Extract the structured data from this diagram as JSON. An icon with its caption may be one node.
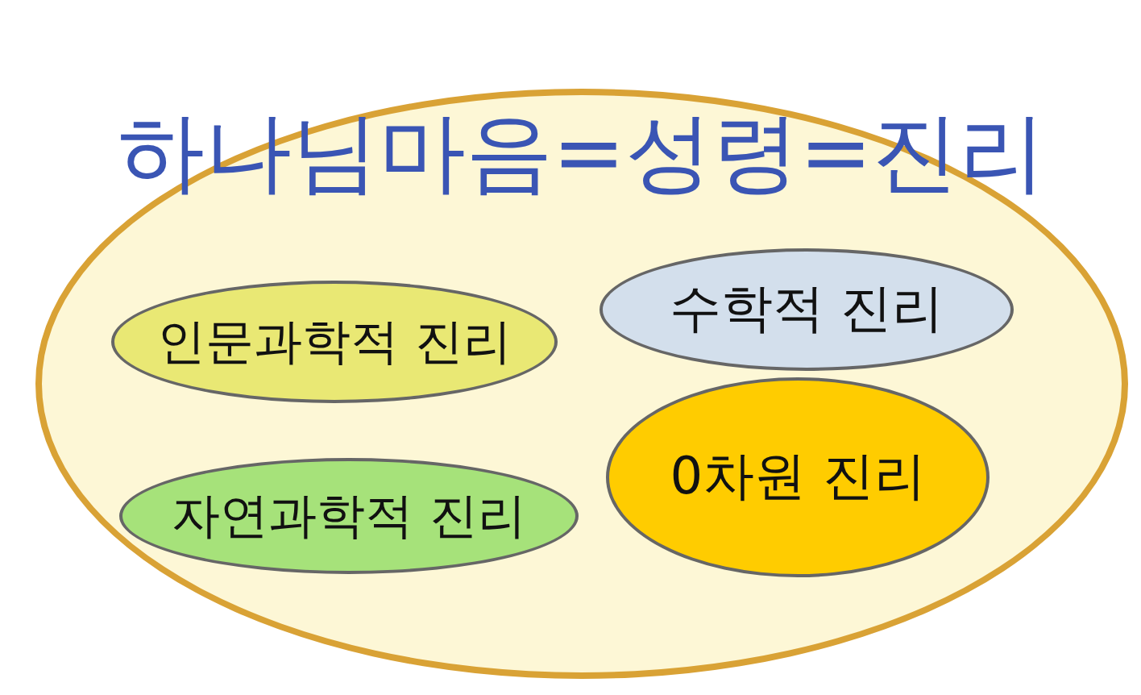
{
  "diagram": {
    "nodes": [
      {
        "text": [
          "하나님마음=성령=진리"
        ]
      },
      {
        "text": [
          "인문과학적 진리"
        ],
        "in": 0
      },
      {
        "text": [
          "수학적 진리"
        ],
        "in": 0
      },
      {
        "text": [
          "0차원 진리"
        ],
        "in": 0
      },
      {
        "text": [
          "자연과학적 진리"
        ],
        "in": 0
      }
    ]
  }
}
